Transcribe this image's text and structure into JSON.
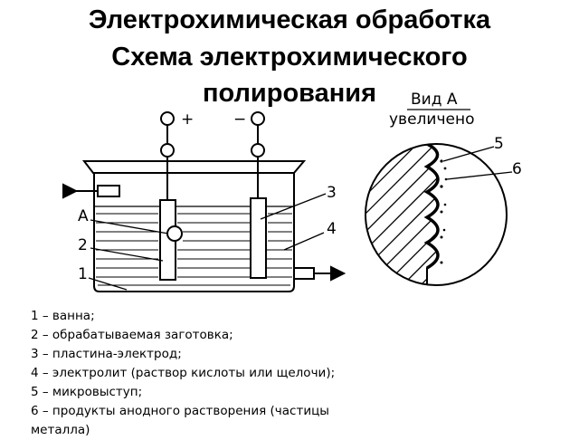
{
  "title": {
    "line1": "Электрохимическая обработка",
    "line2": "Схема электрохимического",
    "line3": "полирования"
  },
  "diagram": {
    "plus_sign": "+",
    "minus_sign": "−",
    "point_label": "А",
    "view_label_line1": "Вид А",
    "view_label_line2": "увеличено",
    "callouts": [
      "1",
      "2",
      "3",
      "4",
      "5",
      "6"
    ]
  },
  "legend": [
    "1 – ванна;",
    "2 – обрабатываемая заготовка;",
    "3 – пластина-электрод;",
    "4 – электролит (раствор кислоты или щелочи);",
    "5 – микровыступ;",
    "6 – продукты анодного растворения (частицы",
    "металла)"
  ]
}
